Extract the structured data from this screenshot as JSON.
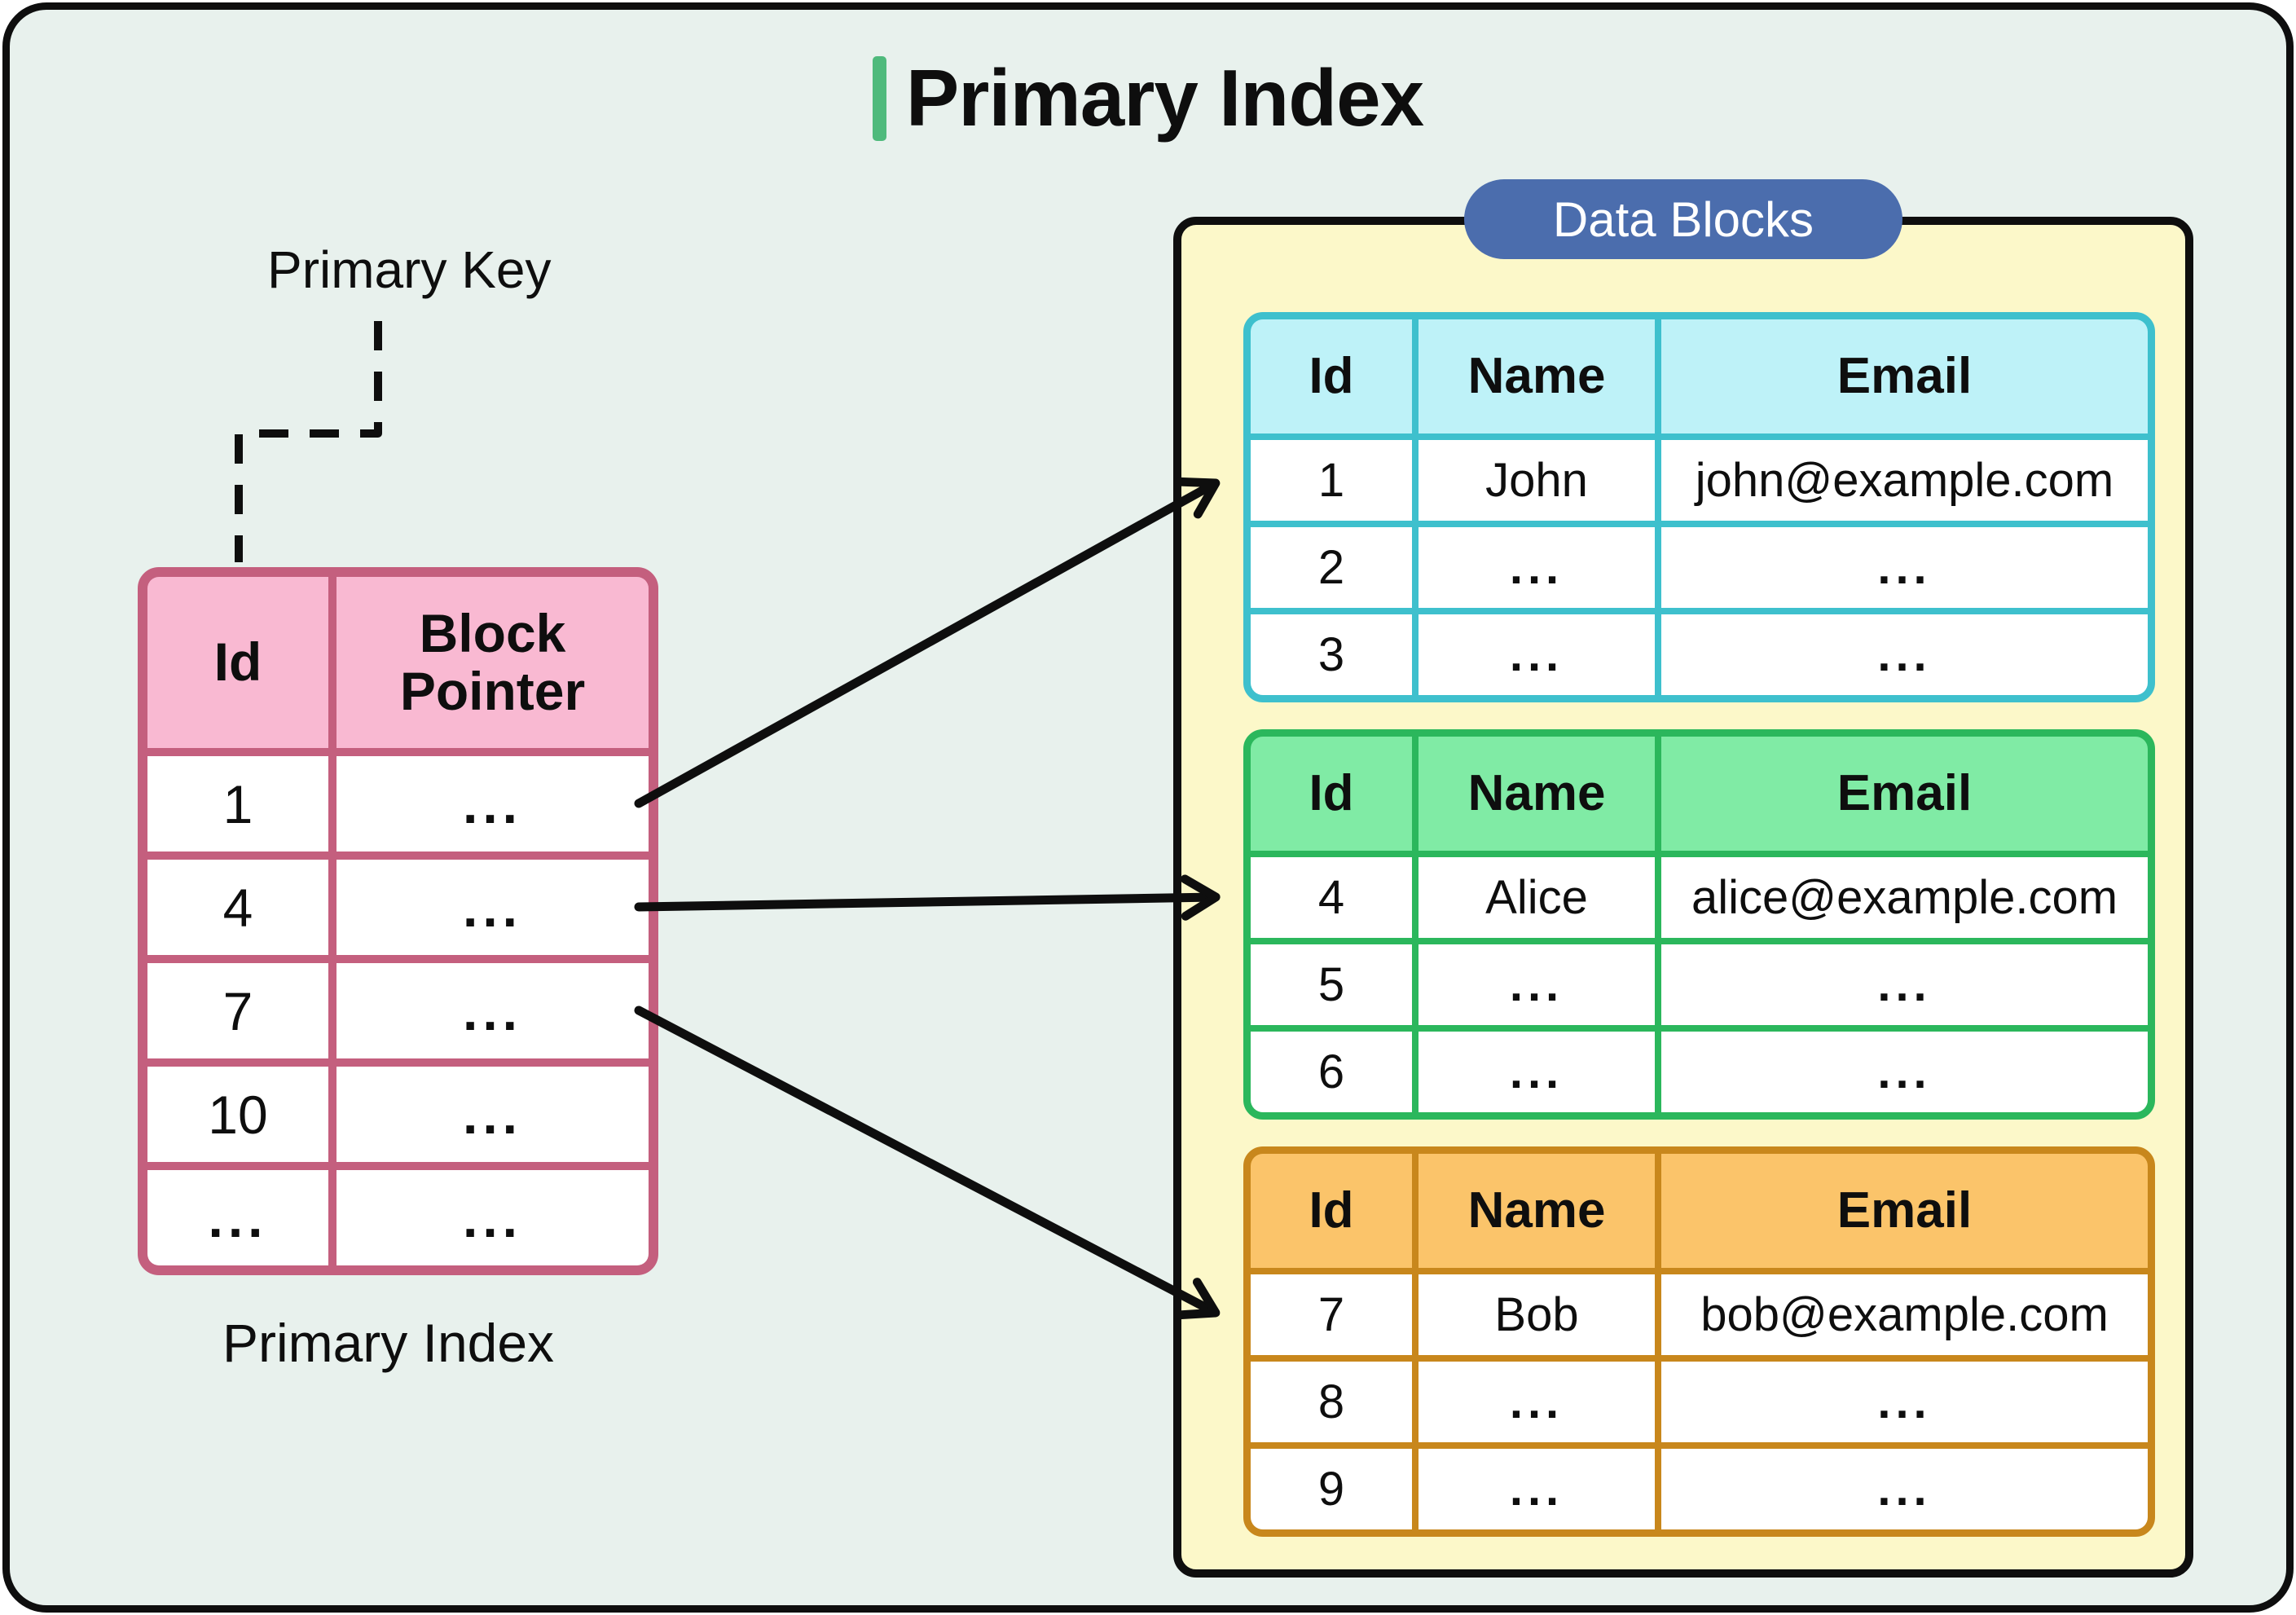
{
  "title": {
    "text": "Primary Index",
    "accent_color": "#4fba7c"
  },
  "labels": {
    "primary_key": "Primary Key",
    "index_caption": "Primary Index",
    "data_blocks_badge": "Data Blocks"
  },
  "index_table": {
    "headers": [
      "Id",
      "Block Pointer"
    ],
    "rows": [
      [
        "1",
        "..."
      ],
      [
        "4",
        "..."
      ],
      [
        "7",
        "..."
      ],
      [
        "10",
        "..."
      ],
      [
        "...",
        "..."
      ]
    ],
    "header_fill": "#f9b9d2",
    "border_color": "#c45f7e"
  },
  "data_blocks": [
    {
      "headers": [
        "Id",
        "Name",
        "Email"
      ],
      "rows": [
        [
          "1",
          "John",
          "john@example.com"
        ],
        [
          "2",
          "...",
          "..."
        ],
        [
          "3",
          "...",
          "..."
        ]
      ],
      "header_fill": "#bef2f8",
      "border_color": "#3ec0cd"
    },
    {
      "headers": [
        "Id",
        "Name",
        "Email"
      ],
      "rows": [
        [
          "4",
          "Alice",
          "alice@example.com"
        ],
        [
          "5",
          "...",
          "..."
        ],
        [
          "6",
          "...",
          "..."
        ]
      ],
      "header_fill": "#80eba5",
      "border_color": "#2bb75c"
    },
    {
      "headers": [
        "Id",
        "Name",
        "Email"
      ],
      "rows": [
        [
          "7",
          "Bob",
          "bob@example.com"
        ],
        [
          "8",
          "...",
          "..."
        ],
        [
          "9",
          "...",
          "..."
        ]
      ],
      "header_fill": "#fbc46a",
      "border_color": "#c8871c"
    }
  ],
  "palette": {
    "background": "#e8f1ed",
    "container_fill": "#fcf8c9",
    "badge_fill": "#4b6dad",
    "badge_text": "#ffffff",
    "line_color": "#0e0e0e"
  }
}
